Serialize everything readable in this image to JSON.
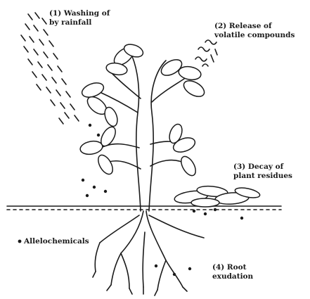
{
  "labels": {
    "washing": {
      "line1": "(1) Washing of",
      "line2": "by rainfall"
    },
    "volatile": {
      "line1": "(2) Release of",
      "line2": "volatile compounds"
    },
    "decay": {
      "line1": "(3) Decay of",
      "line2": "plant residues"
    },
    "root": {
      "line1": "(4) Root",
      "line2": "exudation"
    },
    "allelochemicals": "Allelochemicals"
  },
  "colors": {
    "ink": "#1a1a1a",
    "background": "#ffffff"
  }
}
